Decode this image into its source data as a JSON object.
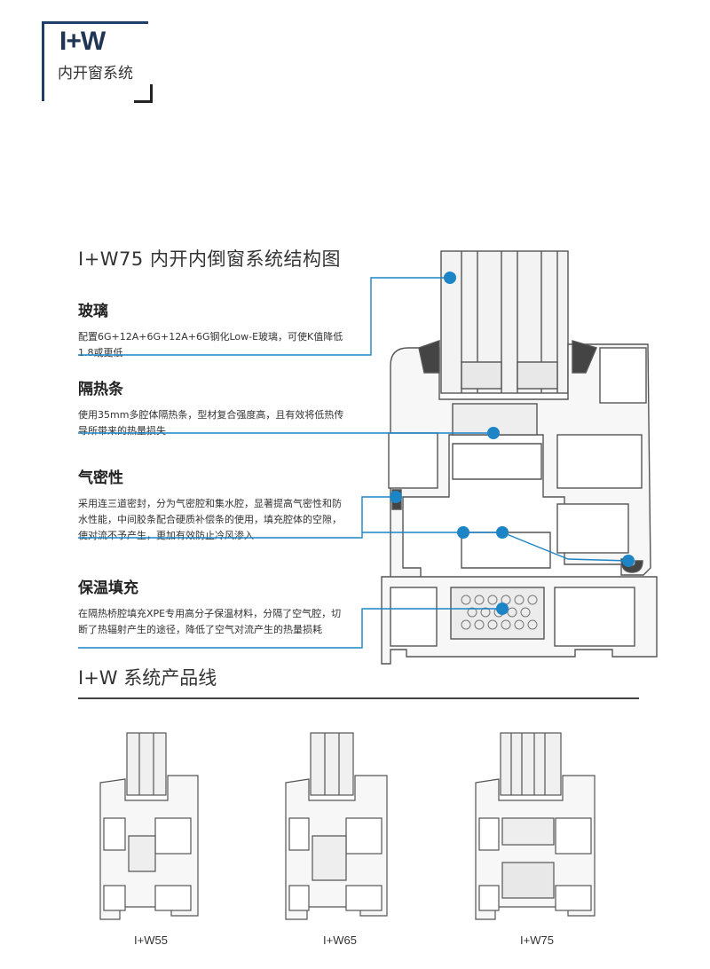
{
  "header": {
    "brand": "I+W",
    "subtitle": "内开窗系统"
  },
  "diagram": {
    "title": "I+W75  内开内倒窗系统结构图",
    "features": [
      {
        "title": "玻璃",
        "text": "配置6G+12A+6G+12A+6G钢化Low-E玻璃，可使K值降低1.8或更低"
      },
      {
        "title": "隔热条",
        "text": "使用35mm多腔体隔热条，型材复合强度高，且有效将低热传导所带来的热量损失"
      },
      {
        "title": "气密性",
        "text": "采用连三道密封，分为气密腔和集水腔，显著提高气密性和防水性能，中间胶条配合硬质补偿条的使用，填充腔体的空隙，使对流不予产生，更加有效防止冷风渗入"
      },
      {
        "title": "保温填充",
        "text": "在隔热桥腔填充XPE专用高分子保温材料，分隔了空气腔，切断了热辐射产生的途径，降低了空气对流产生的热量损耗"
      }
    ],
    "accent_color": "#1d84c6"
  },
  "product_line": {
    "title": "I+W  系统产品线",
    "models": [
      {
        "label": "I+W55"
      },
      {
        "label": "I+W65"
      },
      {
        "label": "I+W75"
      }
    ]
  }
}
